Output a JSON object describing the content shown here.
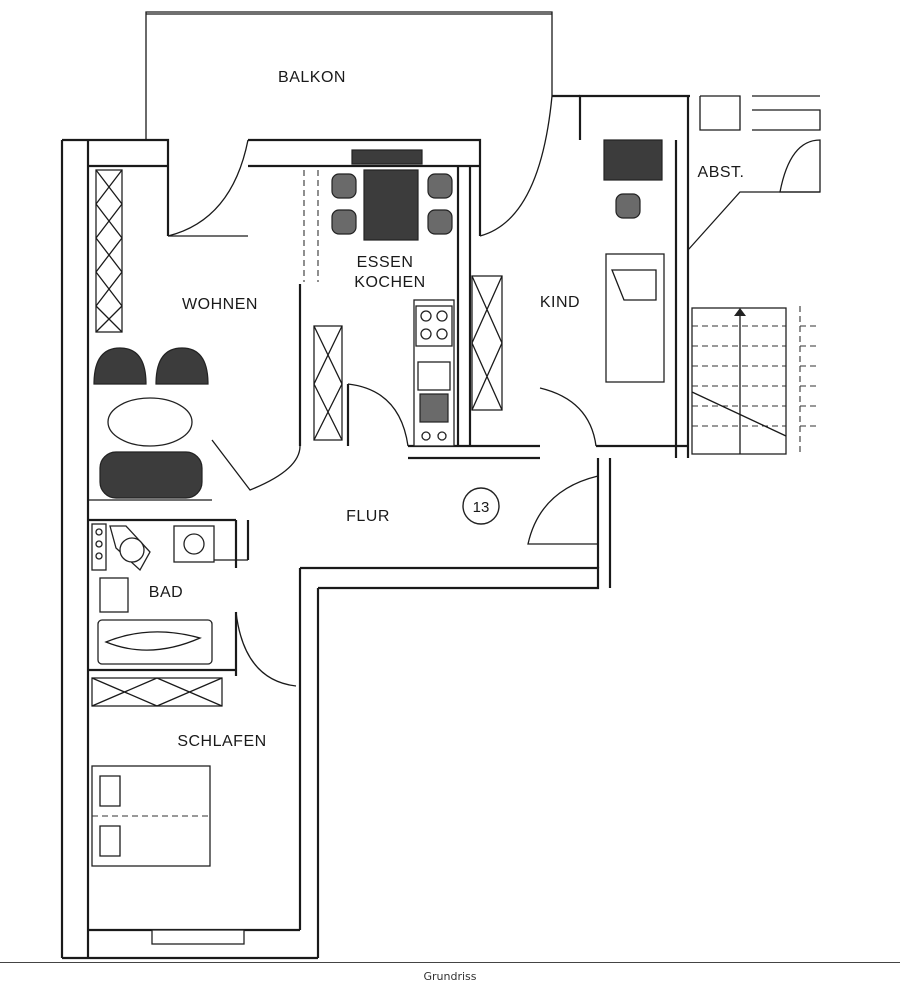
{
  "plan": {
    "rooms": {
      "balkon": "BALKON",
      "wohnen": "WOHNEN",
      "essen": "ESSEN",
      "kochen": "KOCHEN",
      "kind": "KIND",
      "abst": "ABST.",
      "flur": "FLUR",
      "bad": "BAD",
      "schlafen": "SCHLAFEN"
    },
    "apartment_number": "13"
  },
  "caption": "Grundriss"
}
